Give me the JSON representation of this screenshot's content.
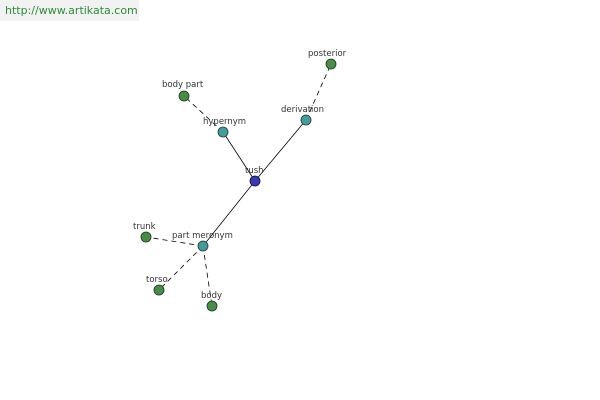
{
  "banner": {
    "url": "http://www.artikata.com",
    "color": "#2e8b3a"
  },
  "colors": {
    "center_node": "#3a3aa8",
    "relation_node": "#4a9a9a",
    "leaf_node": "#4a8a4a",
    "edge": "#000000"
  },
  "nodes": {
    "center": {
      "label": "tush"
    },
    "hypernym": {
      "label": "hypernym"
    },
    "derivation": {
      "label": "derivation"
    },
    "part_meronym": {
      "label": "part meronym"
    },
    "body_part": {
      "label": "body part"
    },
    "posterior": {
      "label": "posterior"
    },
    "trunk": {
      "label": "trunk"
    },
    "torso": {
      "label": "torso"
    },
    "body": {
      "label": "body"
    }
  }
}
